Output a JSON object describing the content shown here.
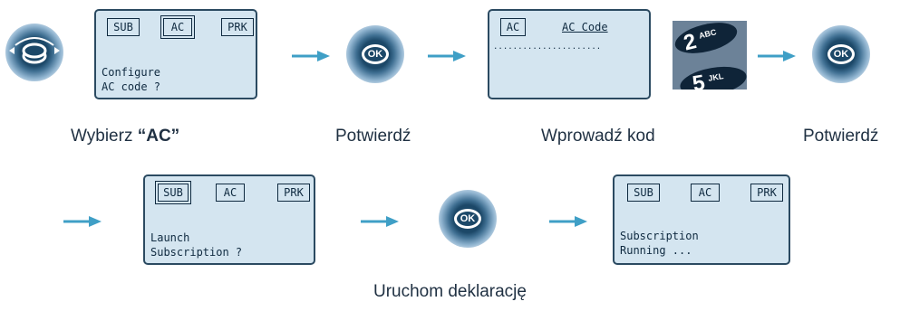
{
  "screens": {
    "s1": {
      "tabs": [
        "SUB",
        "AC",
        "PRK"
      ],
      "line1": "Configure",
      "line2": "AC code ?"
    },
    "s2": {
      "tab": "AC",
      "title": "AC Code",
      "dots": "......................"
    },
    "s3": {
      "tabs": [
        "SUB",
        "AC",
        "PRK"
      ],
      "line1": "Launch",
      "line2": "Subscription ?"
    },
    "s4": {
      "tabs": [
        "SUB",
        "AC",
        "PRK"
      ],
      "line1": "Subscription",
      "line2": "Running ..."
    }
  },
  "keys": {
    "ok_label": "OK",
    "keypad_top": "2",
    "keypad_top_sub": "ABC",
    "keypad_bottom": "5",
    "keypad_bottom_sub": "JKL"
  },
  "captions": {
    "select_prefix": "Wybierz ",
    "select_value": "“AC”",
    "confirm1": "Potwierdź",
    "enter_code": "Wprowadź kod",
    "confirm2": "Potwierdź",
    "launch": "Uruchom deklarację"
  },
  "colors": {
    "arrow": "#3f9fc6",
    "key_dark": "#1c4868",
    "lcd_bg": "#d4e5f0"
  }
}
